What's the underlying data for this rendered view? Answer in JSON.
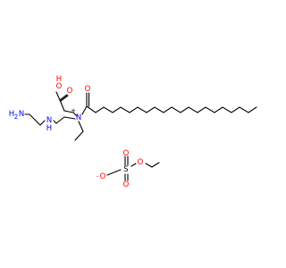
{
  "colors": {
    "bond": "#000000",
    "oxygen": "#ff0000",
    "nitrogen": "#0000ff",
    "background": "#ffffff"
  },
  "molecule": {
    "cation": {
      "labels": {
        "acid_O": "O",
        "acid_H": "H",
        "carbonyl_O_acid": "O",
        "ammonium_N": "N",
        "ammonium_charge": "+",
        "amine_H2": "H",
        "amine_H2_sub": "2",
        "amine_N": "N",
        "secondary_N": "N",
        "secondary_H": "H",
        "amide_O": "O"
      }
    },
    "anion": {
      "labels": {
        "O_minus": "O",
        "minus_charge": "-",
        "S": "S",
        "O_top": "O",
        "O_bottom": "O",
        "O_ester": "O"
      }
    }
  }
}
